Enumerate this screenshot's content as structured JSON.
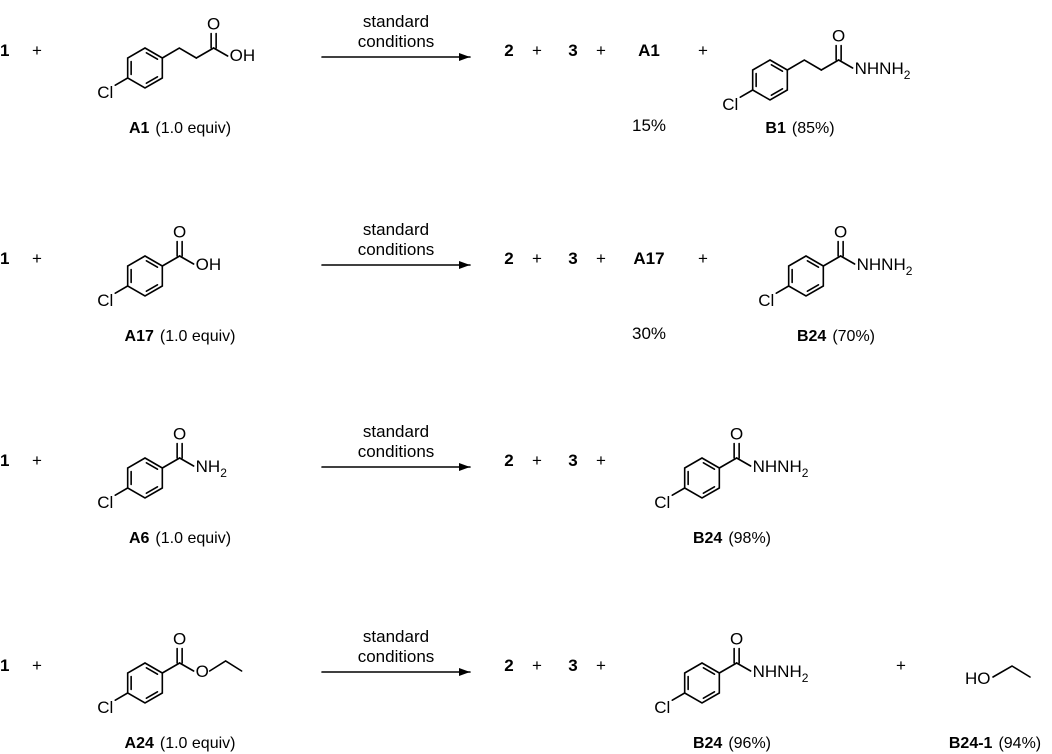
{
  "symbols": {
    "plus": "+"
  },
  "rows": [
    {
      "reactant_1": "1",
      "substrate": {
        "id": "A1",
        "equiv": "(1.0 equiv)",
        "groups": [
          "OH"
        ]
      },
      "conditions": [
        "standard",
        "conditions"
      ],
      "products": [
        {
          "id": "2"
        },
        {
          "id": "3"
        },
        {
          "id": "A1",
          "yield": "15%"
        },
        {
          "id": "B1",
          "yield": "(85%)",
          "groups": [
            "NHNH",
            "2"
          ]
        }
      ]
    },
    {
      "reactant_1": "1",
      "substrate": {
        "id": "A17",
        "equiv": "(1.0 equiv)",
        "groups": [
          "OH"
        ]
      },
      "conditions": [
        "standard",
        "conditions"
      ],
      "products": [
        {
          "id": "2"
        },
        {
          "id": "3"
        },
        {
          "id": "A17",
          "yield": "30%"
        },
        {
          "id": "B24",
          "yield": "(70%)",
          "groups": [
            "NHNH",
            "2"
          ]
        }
      ]
    },
    {
      "reactant_1": "1",
      "substrate": {
        "id": "A6",
        "equiv": "(1.0 equiv)",
        "groups": [
          "NH",
          "2"
        ]
      },
      "conditions": [
        "standard",
        "conditions"
      ],
      "products": [
        {
          "id": "2"
        },
        {
          "id": "3"
        },
        {
          "id": "B24",
          "yield": "(98%)",
          "groups": [
            "NHNH",
            "2"
          ]
        }
      ]
    },
    {
      "reactant_1": "1",
      "substrate": {
        "id": "A24",
        "equiv": "(1.0 equiv)",
        "groups": [
          "O"
        ]
      },
      "conditions": [
        "standard",
        "conditions"
      ],
      "products": [
        {
          "id": "2"
        },
        {
          "id": "3"
        },
        {
          "id": "B24",
          "yield": "(96%)",
          "groups": [
            "NHNH",
            "2"
          ]
        },
        {
          "id": "B24-1",
          "yield": "(94%)",
          "groups": [
            "HO"
          ]
        }
      ]
    }
  ],
  "atoms": {
    "chlorine": "Cl",
    "oxygen": "O"
  }
}
